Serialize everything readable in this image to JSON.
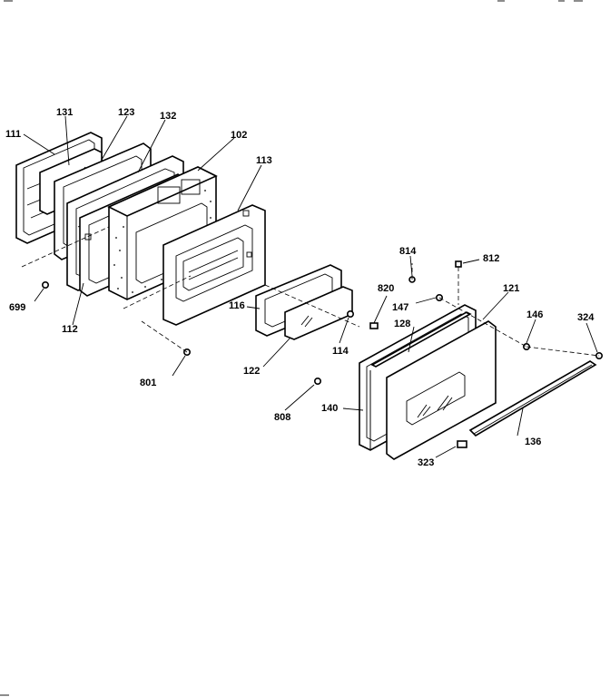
{
  "labels": {
    "p111": "111",
    "p131": "131",
    "p123": "123",
    "p132": "132",
    "p102": "102",
    "p113": "113",
    "p699": "699",
    "p112": "112",
    "p116": "116",
    "p122": "122",
    "p114": "114",
    "p801": "801",
    "p808": "808",
    "p814": "814",
    "p812": "812",
    "p820": "820",
    "p147": "147",
    "p121": "121",
    "p128": "128",
    "p146": "146",
    "p324": "324",
    "p140": "140",
    "p136": "136",
    "p323": "323"
  }
}
